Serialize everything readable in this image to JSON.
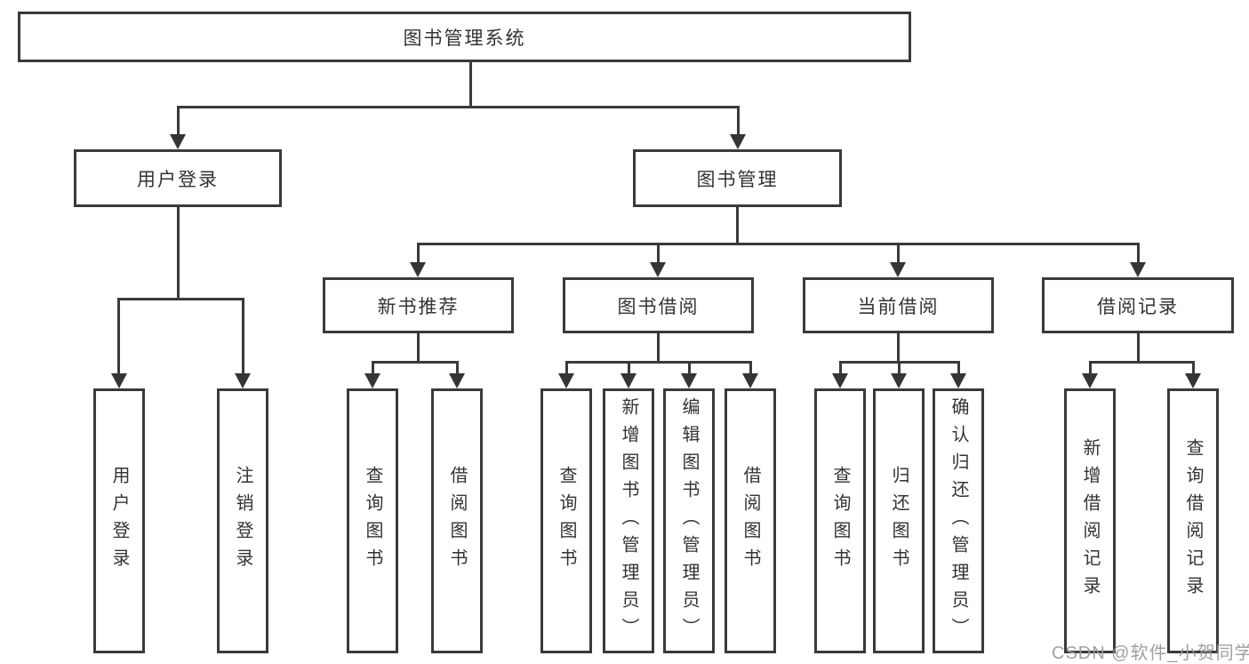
{
  "diagram": {
    "root": {
      "label": "图书管理系统"
    },
    "branches": [
      {
        "label": "用户登录",
        "children": [
          "用户登录",
          "注销登录"
        ]
      },
      {
        "label": "图书管理"
      }
    ],
    "modules": [
      {
        "label": "新书推荐",
        "children": [
          "查询图书",
          "借阅图书"
        ]
      },
      {
        "label": "图书借阅",
        "children": [
          "查询图书",
          "新增图书（管理员）",
          "编辑图书（管理员）",
          "借阅图书"
        ]
      },
      {
        "label": "当前借阅",
        "children": [
          "查询图书",
          "归还图书",
          "确认归还（管理员）"
        ]
      },
      {
        "label": "借阅记录",
        "children": [
          "新增借阅记录",
          "查询借阅记录"
        ]
      }
    ]
  },
  "watermark": {
    "text": "CSDN @软件_小贺同学"
  },
  "colors": {
    "line": "#3a3a3a",
    "text": "#333333",
    "watermark": "#9b9b9b",
    "background": "#ffffff"
  }
}
